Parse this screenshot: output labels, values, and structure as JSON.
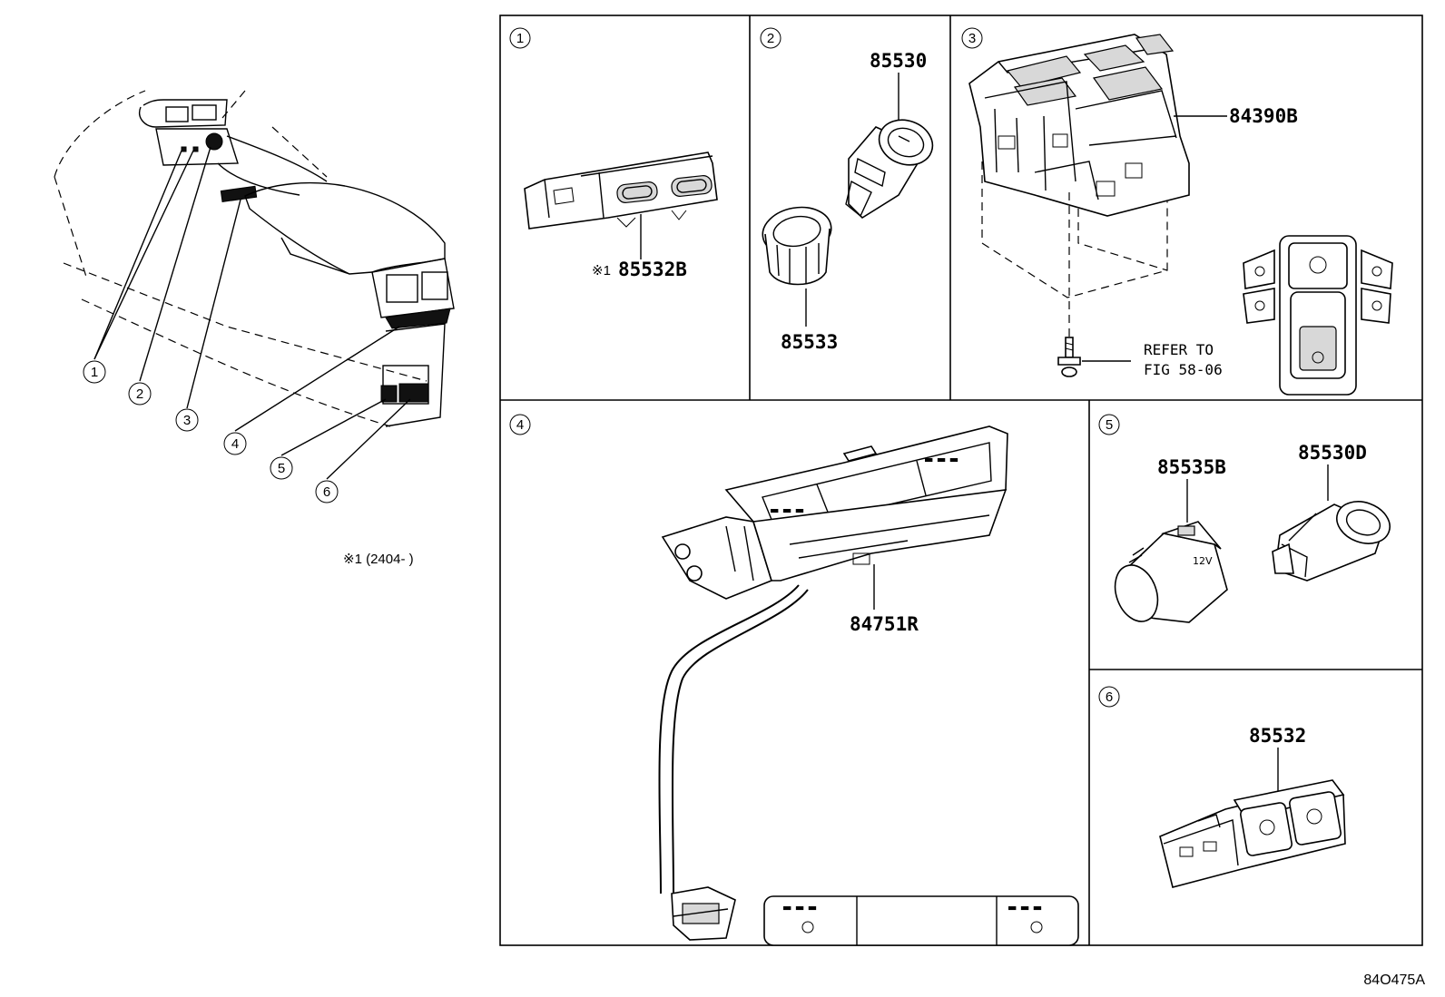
{
  "callouts_overview": [
    "1",
    "2",
    "3",
    "4",
    "5",
    "6"
  ],
  "note_text": "※1 (2404-      )",
  "panels": [
    {
      "number": "1",
      "parts": [
        {
          "prefix": "※1",
          "number": "85532B"
        }
      ]
    },
    {
      "number": "2",
      "parts": [
        {
          "number": "85530"
        },
        {
          "number": "85533"
        }
      ]
    },
    {
      "number": "3",
      "parts": [
        {
          "number": "84390B"
        }
      ],
      "refer_line1": "REFER TO",
      "refer_line2": "FIG 58-06"
    },
    {
      "number": "4",
      "parts": [
        {
          "number": "84751R"
        }
      ]
    },
    {
      "number": "5",
      "parts": [
        {
          "number": "85535B"
        },
        {
          "number": "85530D"
        }
      ],
      "socket_label": "12V"
    },
    {
      "number": "6",
      "parts": [
        {
          "number": "85532"
        }
      ]
    }
  ],
  "figure_id": "84O475A"
}
